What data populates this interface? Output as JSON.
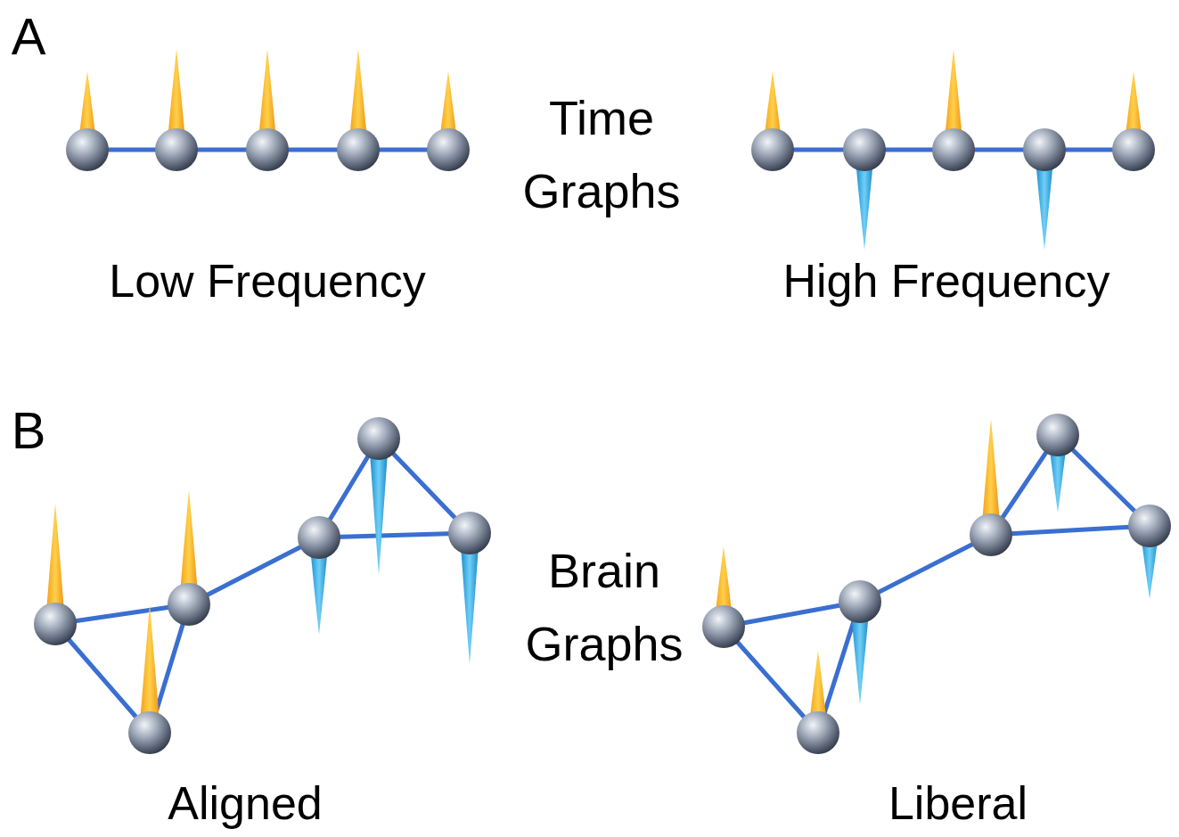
{
  "diagram": {
    "labels": [
      "A",
      "Time Graphs",
      "Low Frequency",
      "High Frequency",
      "B",
      "Brain Graphs",
      "Aligned",
      "Liberal"
    ]
  }
}
